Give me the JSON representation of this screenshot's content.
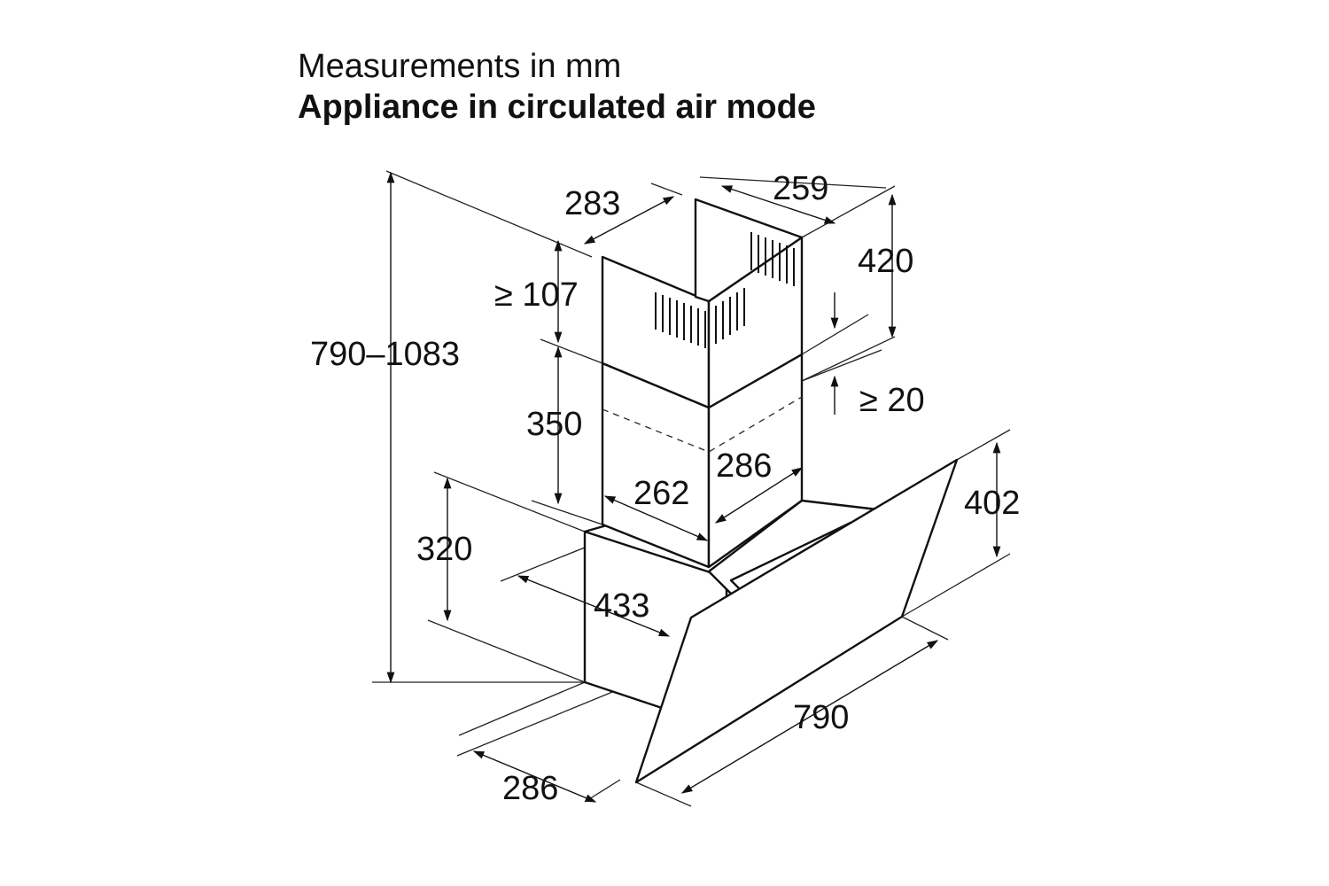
{
  "header": {
    "subtitle": "Measurements in mm",
    "title": "Appliance in circulated air mode"
  },
  "dimensions": {
    "total_height": "790–1083",
    "chimney_upper_depth": "283",
    "chimney_upper_width": "259",
    "chimney_upper_height": "420",
    "ceiling_gap": "≥ 107",
    "chimney_lower_height": "350",
    "chimney_overlap": "≥ 20",
    "chimney_lower_width": "286",
    "chimney_lower_depth": "262",
    "panel_height": "402",
    "body_height": "320",
    "body_depth": "433",
    "appliance_width": "790",
    "bottom_depth": "286"
  }
}
